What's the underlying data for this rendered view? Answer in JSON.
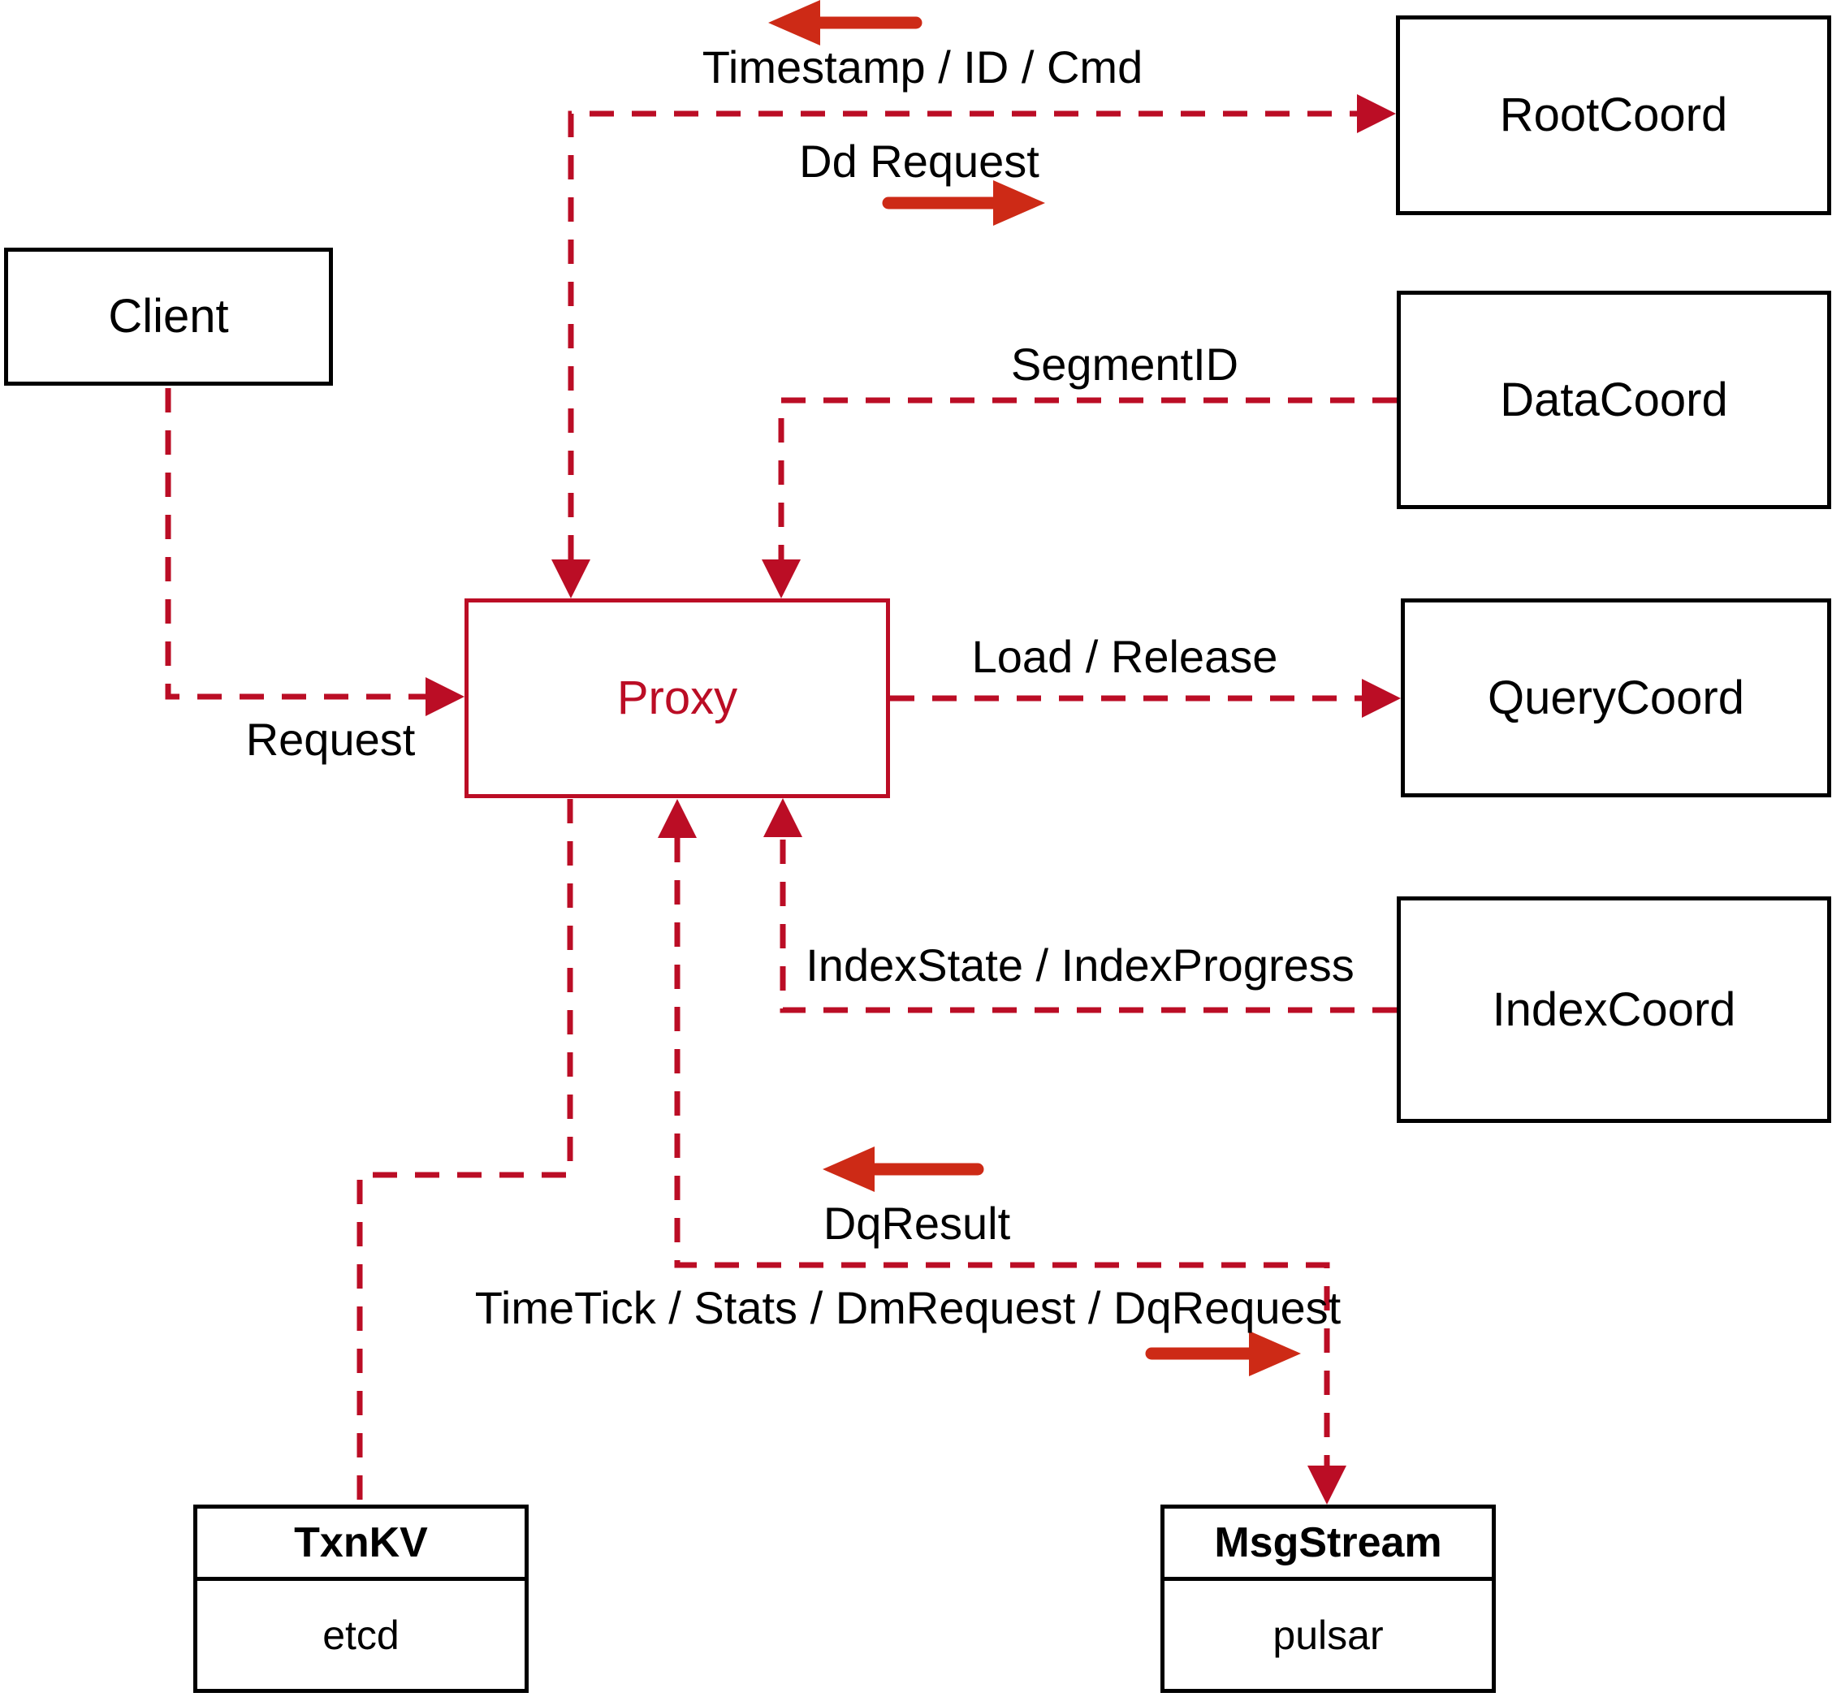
{
  "diagram": {
    "nodes": {
      "client": {
        "label": "Client"
      },
      "proxy": {
        "label": "Proxy"
      },
      "root_coord": {
        "label": "RootCoord"
      },
      "data_coord": {
        "label": "DataCoord"
      },
      "query_coord": {
        "label": "QueryCoord"
      },
      "index_coord": {
        "label": "IndexCoord"
      },
      "txn_kv": {
        "title": "TxnKV",
        "subtitle": "etcd"
      },
      "msg_stream": {
        "title": "MsgStream",
        "subtitle": "pulsar"
      }
    },
    "edge_labels": {
      "timestamp": "Timestamp / ID / Cmd",
      "dd_request": "Dd Request",
      "request": "Request",
      "segment_id": "SegmentID",
      "load_release": "Load / Release",
      "index_state": "IndexState / IndexProgress",
      "dq_result": "DqResult",
      "time_tick": "TimeTick / Stats / DmRequest / DqRequest"
    },
    "colors": {
      "line_red": "#bb0d25",
      "arrow_red": "#cd2a16",
      "box_border": "#000000",
      "text": "#000000",
      "background": "#ffffff"
    }
  }
}
